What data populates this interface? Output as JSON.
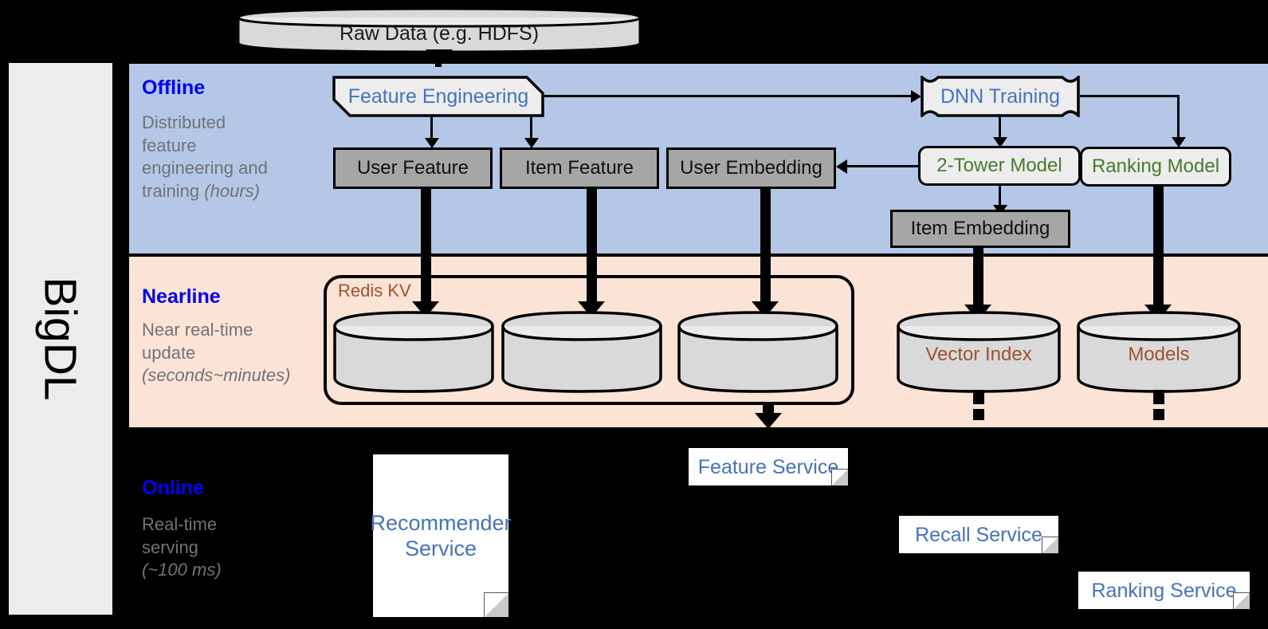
{
  "sidebar": {
    "label": "BigDL"
  },
  "source": {
    "label": "Raw Data (e.g. HDFS)"
  },
  "bands": {
    "offline": {
      "title": "Offline",
      "subtitle_line1": "Distributed",
      "subtitle_line2": "feature",
      "subtitle_line3": "engineering and",
      "subtitle_line4": "training ",
      "subtitle_italic": "(hours)"
    },
    "nearline": {
      "title": "Nearline",
      "subtitle_line1": "Near real-time",
      "subtitle_line2": "update",
      "subtitle_italic": "(seconds~minutes)"
    },
    "online": {
      "title": "Online",
      "subtitle_line1": "Real-time",
      "subtitle_line2": "serving",
      "subtitle_italic": "(~100 ms)"
    }
  },
  "offline": {
    "feature_engineering": "Feature Engineering",
    "dnn_training": "DNN Training",
    "user_feature": "User Feature",
    "item_feature": "Item Feature",
    "user_embedding": "User Embedding",
    "two_tower_model": "2-Tower Model",
    "ranking_model": "Ranking Model",
    "item_embedding": "Item Embedding"
  },
  "nearline": {
    "redis_kv": "Redis KV",
    "vector_index": "Vector Index",
    "models": "Models"
  },
  "online": {
    "recommender_service": "Recommender Service",
    "feature_service": "Feature Service",
    "recall_service": "Recall Service",
    "ranking_service": "Ranking Service"
  },
  "colors": {
    "offline_band": "#b4c7e7",
    "nearline_band": "#fbe4d5",
    "online_band": "#000000",
    "band_title": "#0000ff",
    "band_subtitle": "#6f7378",
    "process_text": "#4472c4",
    "model_text": "#4a7a2b",
    "store_text": "#a0522d",
    "feature_fill": "#a6a6a6",
    "box_fill": "#ededed"
  }
}
